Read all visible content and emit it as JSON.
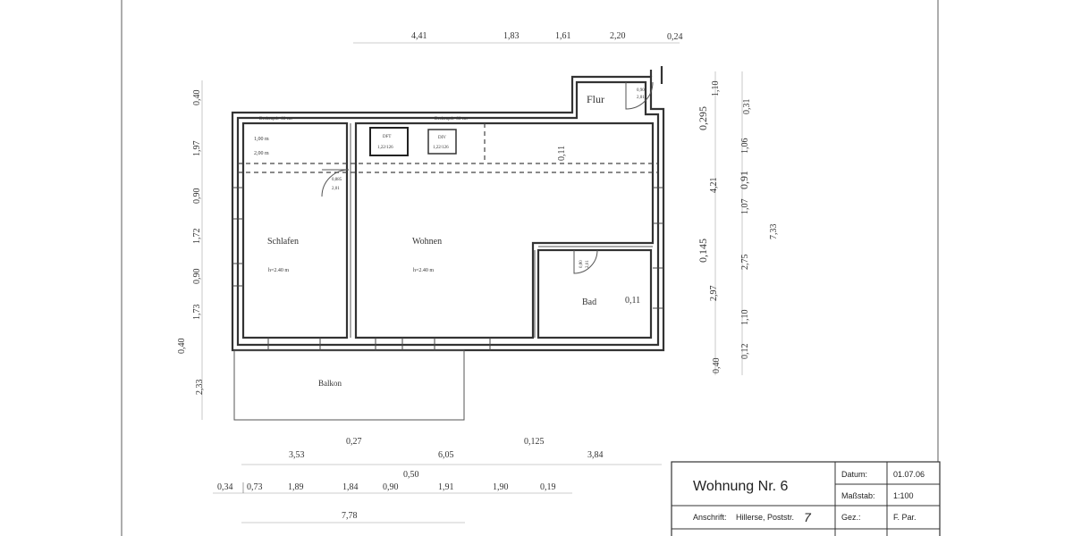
{
  "dims": {
    "top": [
      "4,41",
      "1,83",
      "1,61",
      "2,20",
      "0,24"
    ],
    "left": [
      "0,40",
      "1,97",
      "0,90",
      "1,72",
      "0,90",
      "1,73",
      "0,40",
      "2,33"
    ],
    "right_inner": [
      "0,295",
      "4,21",
      "0,145",
      "2,97",
      "0,40"
    ],
    "right_outer_a": [
      "1,10",
      "0,31",
      "1,06",
      "0,91",
      "1,07",
      "2,75",
      "1,10",
      "0,12"
    ],
    "right_total": "7,33",
    "bottom_row1": [
      "0,27",
      "0,125"
    ],
    "bottom_row2": [
      "3,53",
      "6,05",
      "3,84"
    ],
    "bottom_mid": "0,50",
    "bottom_row3": [
      "0,34",
      "0,73",
      "1,89",
      "1,84",
      "0,90",
      "1,91",
      "1,90",
      "0,19"
    ],
    "bottom_total": "7,78"
  },
  "rooms": {
    "flur": "Flur",
    "schlafen": "Schlafen",
    "schlafen_height": "h=2.40 m",
    "schlafen_note1": "1,00 m",
    "schlafen_note2": "2,00 m",
    "wohnen": "Wohnen",
    "wohnen_height": "h=2.40 m",
    "bad": "Bad",
    "bad_dim": "0,11",
    "wohnen_dim": "0,11",
    "balkon": "Balkon"
  },
  "fixtures": {
    "box1_top": "DFT",
    "box1_bottom": "1,22/126",
    "box2_top": "DIV",
    "box2_bottom": "1,22/126",
    "beam_left": "Deckenp.h=80 cm",
    "beam_mid": "Deckenp.h=80 cm"
  },
  "doors": {
    "flur_door_a": "0,90",
    "flur_door_b": "2,01",
    "schlafen_door_a": "0,885",
    "schlafen_door_b": "2,01",
    "bad_door_a": "0,80",
    "bad_door_b": "2,01"
  },
  "title_block": {
    "title": "Wohnung Nr. 6",
    "address_prefix": "Anschrift:",
    "address": "Hillerse, Poststr.",
    "address_number": "7",
    "rows": [
      {
        "label": "Datum:",
        "value": "01.07.06"
      },
      {
        "label": "Maßstab:",
        "value": "1:100"
      },
      {
        "label": "Gez.:",
        "value": "F. Par."
      }
    ]
  }
}
